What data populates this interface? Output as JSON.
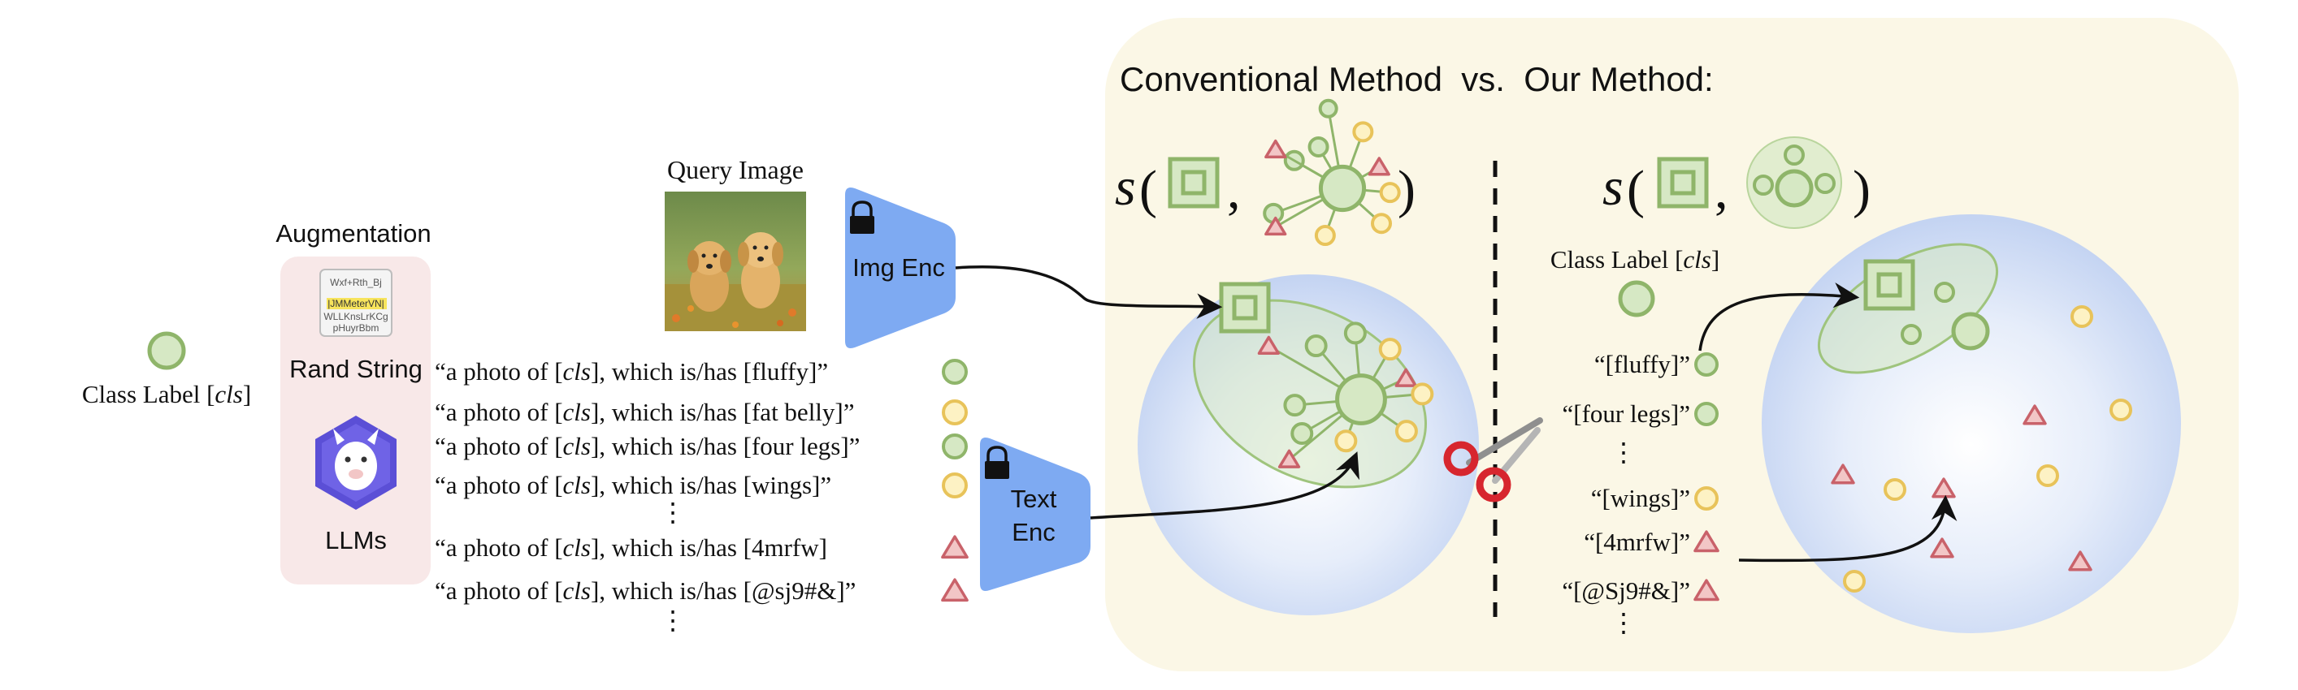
{
  "colors": {
    "green": "#8fb56a",
    "green_fill": "#d6e8c4",
    "yellow": "#e8c35a",
    "yellow_fill": "#fdf2c4",
    "red": "#c9626a",
    "red_fill": "#f2c6c6",
    "encoder_blue": "#7eaaf2",
    "panel_bg": "#fbf7e6",
    "aug_bg": "#f8e8e8",
    "sphere_blue": "#c6d6f4",
    "scissors_red": "#d7262e"
  },
  "title": "Conventional Method  vs.  Our Method:",
  "left": {
    "query_image_label": "Query Image",
    "augmentation_label": "Augmentation",
    "rand_string_label": "Rand String",
    "llms_label": "LLMs",
    "class_label_prefix": "Class Label [",
    "class_label_var": "cls",
    "class_label_suffix": "]",
    "img_enc_label": "Img Enc",
    "text_enc_label_1": "Text",
    "text_enc_label_2": "Enc",
    "ellipsis": "⋮",
    "rand_string_lines": [
      "Wxf+Rth_Bj",
      "|JMMeterVN|",
      "WLLKnsLrKCg",
      "pHuyrBbm"
    ],
    "prompts": [
      {
        "pre": "“a photo of [",
        "var": "cls",
        "post": "], which is/has [fluffy]”",
        "marker": "green"
      },
      {
        "pre": "“a photo of [",
        "var": "cls",
        "post": "], which is/has [fat belly]”",
        "marker": "yellow"
      },
      {
        "pre": "“a photo of [",
        "var": "cls",
        "post": "], which is/has [four legs]”",
        "marker": "green"
      },
      {
        "pre": "“a photo of [",
        "var": "cls",
        "post": "], which is/has [wings]”",
        "marker": "yellow"
      },
      {
        "pre": "“a photo of [",
        "var": "cls",
        "post": "], which is/has [4mrfw]",
        "marker": "red"
      },
      {
        "pre": "“a photo of [",
        "var": "cls",
        "post": "], which is/has [@sj9#&]”",
        "marker": "red"
      }
    ]
  },
  "right": {
    "s_symbol": "s",
    "open_paren": "(",
    "comma": ",",
    "close_paren": ")",
    "class_label_prefix": "Class Label [",
    "class_label_var": "cls",
    "class_label_suffix": "]",
    "ellipsis": "⋮",
    "words": [
      {
        "text": "“[fluffy]”",
        "marker": "green"
      },
      {
        "text": "“[four legs]”",
        "marker": "green"
      },
      {
        "text": "“[wings]”",
        "marker": "yellow"
      },
      {
        "text": "“[4mrfw]”",
        "marker": "red"
      },
      {
        "text": "“[@Sj9#&]”",
        "marker": "red"
      }
    ]
  }
}
